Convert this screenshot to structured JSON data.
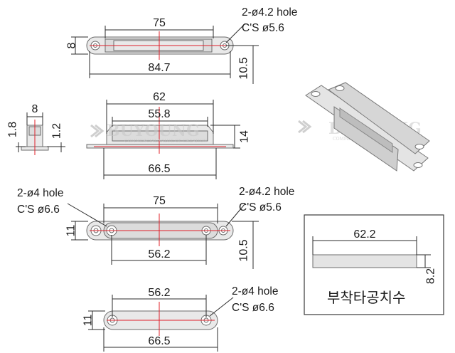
{
  "top_view": {
    "width_overall": "75",
    "height": "8",
    "hole_spacing": "84.7",
    "depth": "10.5",
    "hole_note_line1": "2-ø4.2 hole",
    "hole_note_line2": "C'S ø5.6"
  },
  "side_view": {
    "top_width": "62",
    "inner_width": "55.8",
    "base_width": "66.5",
    "height": "14"
  },
  "end_view": {
    "width": "8",
    "left_height": "1.8",
    "right_height": "1.2"
  },
  "front_plate": {
    "width": "75",
    "height": "11",
    "hole_spacing": "56.2",
    "depth": "10.5",
    "left_note_line1": "2-ø4 hole",
    "left_note_line2": "C'S ø6.6",
    "right_note_line1": "2-ø4.2 hole",
    "right_note_line2": "C'S ø5.6"
  },
  "bottom_plate": {
    "hole_spacing": "56.2",
    "width": "66.5",
    "height": "11",
    "note_line1": "2-ø4 hole",
    "note_line2": "C'S ø6.6"
  },
  "mounting_box": {
    "width": "62.2",
    "height": "8.2",
    "label": "부착타공치수"
  },
  "watermark": {
    "brand": "BUYOUNG",
    "tagline": "COMMERCIAL VALUE OF CREATION"
  }
}
